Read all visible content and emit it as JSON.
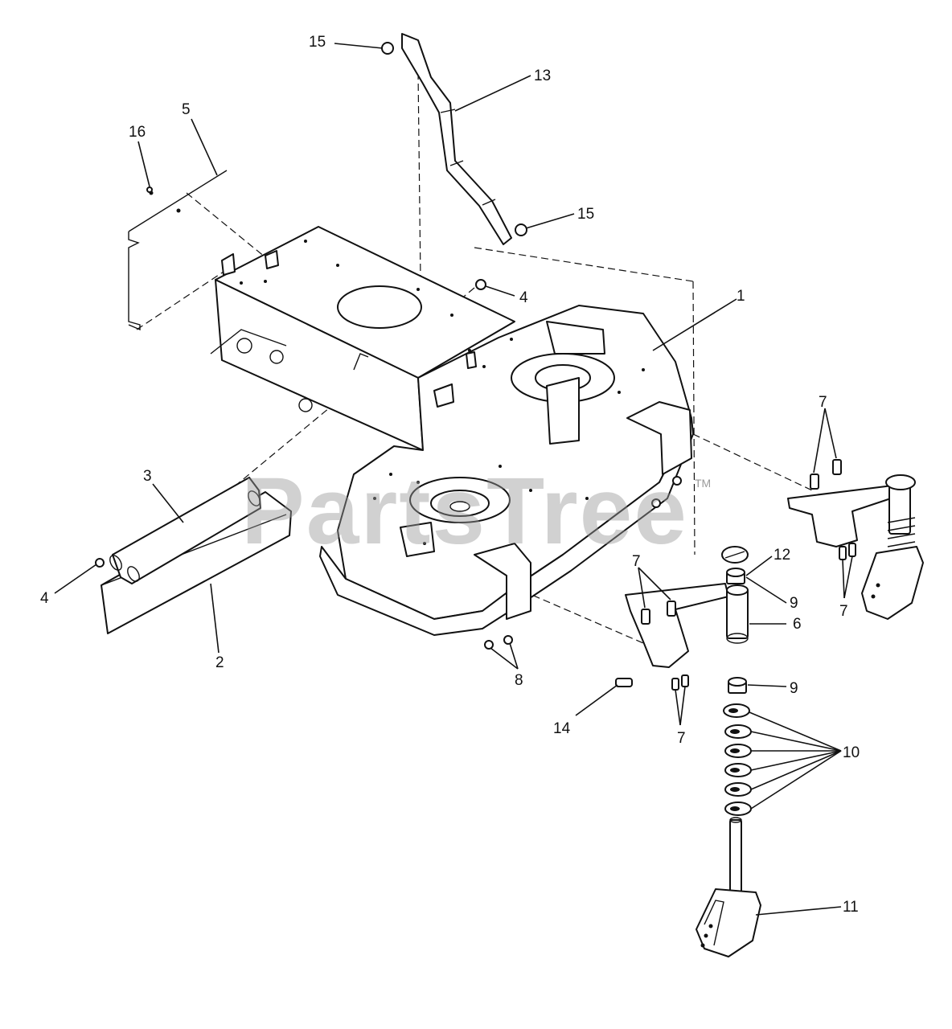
{
  "watermark": {
    "text": "PartsTree",
    "trademark": "TM"
  },
  "callouts": [
    {
      "id": "c1",
      "text": "1"
    },
    {
      "id": "c2",
      "text": "2"
    },
    {
      "id": "c3",
      "text": "3"
    },
    {
      "id": "c4a",
      "text": "4"
    },
    {
      "id": "c4b",
      "text": "4"
    },
    {
      "id": "c5",
      "text": "5"
    },
    {
      "id": "c6",
      "text": "6"
    },
    {
      "id": "c7a",
      "text": "7"
    },
    {
      "id": "c7b",
      "text": "7"
    },
    {
      "id": "c7c",
      "text": "7"
    },
    {
      "id": "c7d",
      "text": "7"
    },
    {
      "id": "c8",
      "text": "8"
    },
    {
      "id": "c9a",
      "text": "9"
    },
    {
      "id": "c9b",
      "text": "9"
    },
    {
      "id": "c10",
      "text": "10"
    },
    {
      "id": "c11",
      "text": "11"
    },
    {
      "id": "c12",
      "text": "12"
    },
    {
      "id": "c13",
      "text": "13"
    },
    {
      "id": "c14",
      "text": "14"
    },
    {
      "id": "c15a",
      "text": "15"
    },
    {
      "id": "c15b",
      "text": "15"
    },
    {
      "id": "c16",
      "text": "16"
    }
  ]
}
